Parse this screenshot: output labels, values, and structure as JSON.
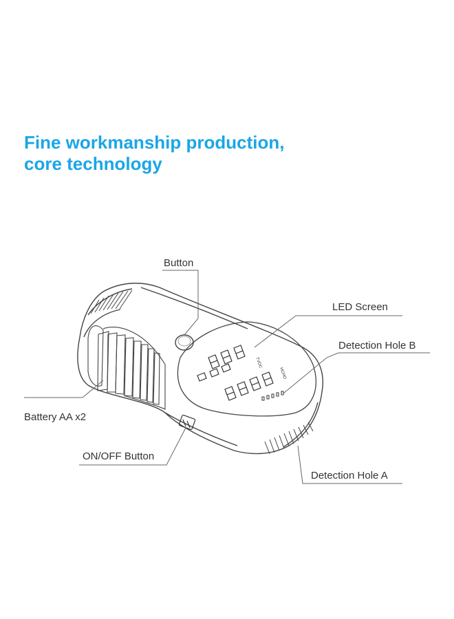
{
  "headline": {
    "line1": "Fine workmanship production,",
    "line2": "core technology",
    "color": "#1aa6e6"
  },
  "callouts": {
    "button": "Button",
    "led_screen": "LED Screen",
    "detection_hole_b": "Detection Hole B",
    "battery": "Battery AA x2",
    "on_off_button": "ON/OFF Button",
    "detection_hole_a": "Detection Hole A"
  },
  "screen_labels": {
    "upper": "TVOC",
    "lower": "HCHO"
  },
  "colors": {
    "line_art": "#444444",
    "leader_line": "#666666"
  }
}
